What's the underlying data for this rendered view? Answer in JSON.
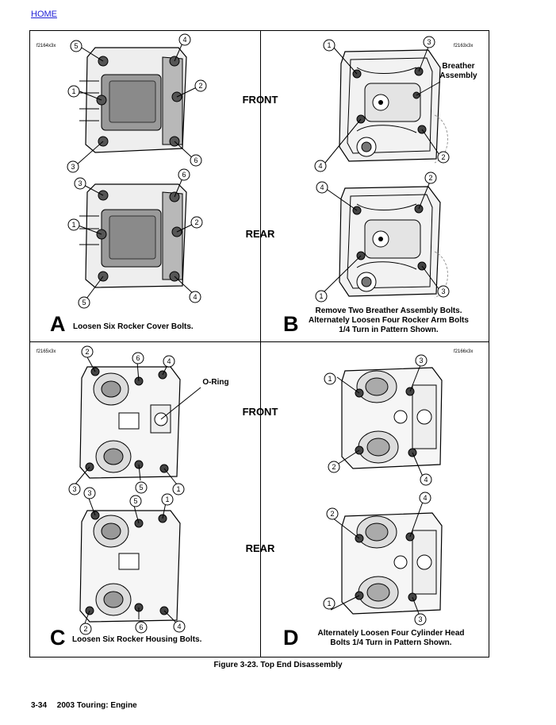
{
  "nav": {
    "home_label": "HOME"
  },
  "panels": {
    "a": {
      "letter": "A",
      "code": "f2164x3x",
      "caption": "Loosen Six Rocker Cover Bolts.",
      "front_callouts": [
        "5",
        "4",
        "1",
        "2",
        "3",
        "6"
      ],
      "rear_callouts": [
        "3",
        "6",
        "1",
        "2",
        "5",
        "4"
      ]
    },
    "b": {
      "letter": "B",
      "code": "f2163x3x",
      "caption_lines": [
        "Remove Two Breather Assembly Bolts.",
        "Alternately Loosen Four Rocker Arm Bolts",
        "1/4 Turn in Pattern Shown."
      ],
      "label_lines": [
        "Breather",
        "Assembly"
      ],
      "front_callouts": [
        "1",
        "3",
        "2",
        "4"
      ],
      "rear_callouts": [
        "4",
        "2",
        "1",
        "3"
      ]
    },
    "c": {
      "letter": "C",
      "code": "f2165x3x",
      "caption": "Loosen Six Rocker Housing Bolts.",
      "label": "O-Ring",
      "front_callouts": [
        "2",
        "6",
        "4",
        "3",
        "5",
        "1"
      ],
      "rear_callouts": [
        "3",
        "5",
        "1",
        "2",
        "6",
        "4"
      ]
    },
    "d": {
      "letter": "D",
      "code": "f2166x3x",
      "caption_lines": [
        "Alternately Loosen Four Cylinder Head",
        "Bolts 1/4 Turn in Pattern Shown."
      ],
      "front_callouts": [
        "3",
        "1",
        "2",
        "4"
      ],
      "rear_callouts": [
        "4",
        "2",
        "1",
        "3"
      ]
    }
  },
  "center_labels": {
    "top_front": "FRONT",
    "top_rear": "REAR",
    "bottom_front": "FRONT",
    "bottom_rear": "REAR"
  },
  "figure_title": "Figure 3-23. Top End Disassembly",
  "footer": {
    "page_number": "3-34",
    "section": "2003 Touring: Engine"
  }
}
